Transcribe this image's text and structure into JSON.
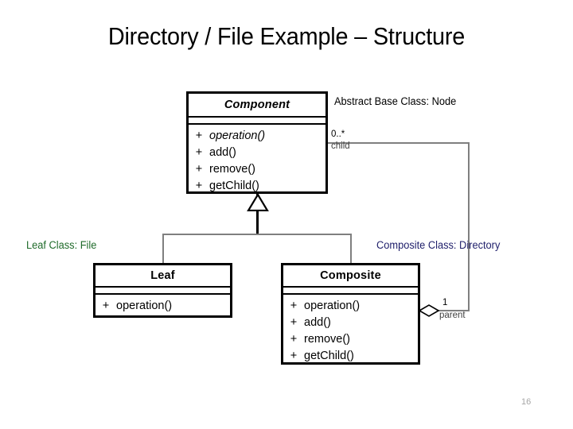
{
  "slide": {
    "title": "Directory / File Example – Structure",
    "page_number": "16"
  },
  "colors": {
    "background": "#ffffff",
    "box_border": "#000000",
    "text": "#000000",
    "connector_gray": "#7f7f7f",
    "leaf_annotation": "#1f6b2a",
    "composite_annotation": "#1f1f6b",
    "abstract_annotation": "#000000",
    "page_number": "#a6a6a6"
  },
  "diagram": {
    "type": "uml-class-diagram",
    "pattern": "Composite",
    "classes": [
      {
        "id": "component",
        "name": "Component",
        "stereotype": "abstract",
        "is_abstract": true,
        "attributes": [],
        "operations": [
          {
            "visibility": "+",
            "name": "operation()",
            "is_abstract": true
          },
          {
            "visibility": "+",
            "name": "add()",
            "is_abstract": false
          },
          {
            "visibility": "+",
            "name": "remove()",
            "is_abstract": false
          },
          {
            "visibility": "+",
            "name": "getChild()",
            "is_abstract": false
          }
        ]
      },
      {
        "id": "leaf",
        "name": "Leaf",
        "stereotype": "concrete",
        "is_abstract": false,
        "attributes": [],
        "operations": [
          {
            "visibility": "+",
            "name": "operation()",
            "is_abstract": false
          }
        ]
      },
      {
        "id": "composite",
        "name": "Composite",
        "stereotype": "concrete",
        "is_abstract": false,
        "attributes": [],
        "operations": [
          {
            "visibility": "+",
            "name": "operation()",
            "is_abstract": false
          },
          {
            "visibility": "+",
            "name": "add()",
            "is_abstract": false
          },
          {
            "visibility": "+",
            "name": "remove()",
            "is_abstract": false
          },
          {
            "visibility": "+",
            "name": "getChild()",
            "is_abstract": false
          }
        ]
      }
    ],
    "relationships": [
      {
        "id": "leaf-generalization",
        "kind": "generalization",
        "from": "Leaf",
        "to": "Component"
      },
      {
        "id": "composite-generalization",
        "kind": "generalization",
        "from": "Composite",
        "to": "Component"
      },
      {
        "id": "composite-aggregation",
        "kind": "aggregation",
        "from": "Composite",
        "to": "Component",
        "child_multiplicity": "0..*",
        "child_role": "child",
        "parent_multiplicity": "1",
        "parent_role": "parent"
      }
    ],
    "annotations": [
      {
        "id": "abstract-base",
        "text": "Abstract Base Class: Node",
        "target": "Component"
      },
      {
        "id": "leaf-class",
        "text": "Leaf Class: File",
        "target": "Leaf"
      },
      {
        "id": "composite-class",
        "text": "Composite Class: Directory",
        "target": "Composite"
      }
    ]
  },
  "icons": {
    "generalization_arrowhead": "hollow-triangle-icon",
    "aggregation_diamond": "hollow-diamond-icon"
  }
}
